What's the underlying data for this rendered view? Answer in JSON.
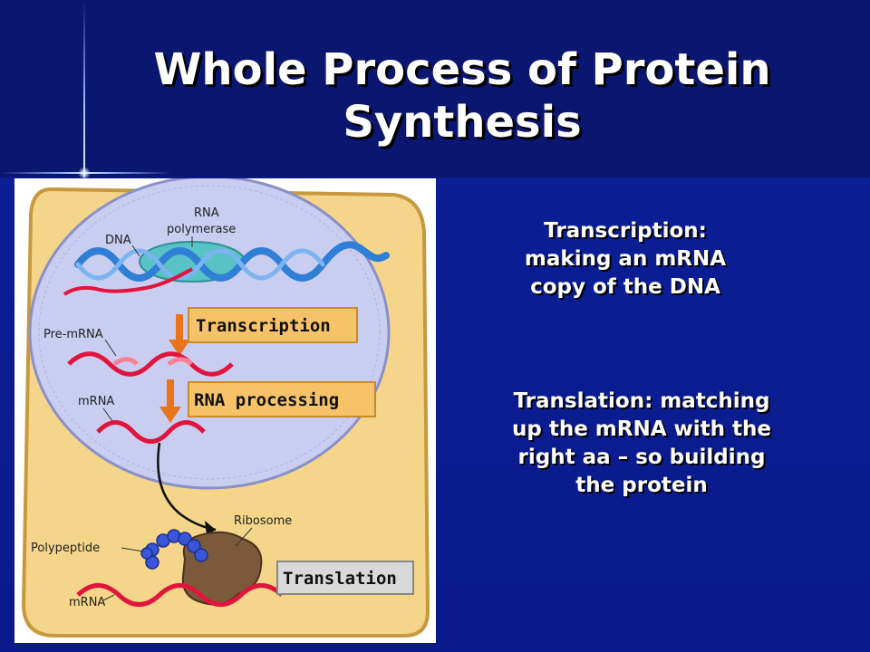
{
  "slide": {
    "title": "Whole Process of Protein Synthesis",
    "transcription_caption": "Transcription: making an mRNA copy of the DNA",
    "translation_caption": "Translation: matching up the mRNA with the right aa – so building the protein"
  },
  "diagram": {
    "labels": {
      "rna_polymerase_line1": "RNA",
      "rna_polymerase_line2": "polymerase",
      "dna": "DNA",
      "pre_mrna": "Pre-mRNA",
      "mrna_nucleus": "mRNA",
      "ribosome": "Ribosome",
      "polypeptide": "Polypeptide",
      "mrna_cytoplasm": "mRNA"
    },
    "steps": {
      "transcription": "Transcription",
      "rna_processing": "RNA processing",
      "translation": "Translation"
    }
  },
  "colors": {
    "background": "#0a1a8c",
    "cell": "#f4d58a",
    "nucleus": "#c9cdf0",
    "dna": "#2f7fd6",
    "rna": "#e0143c",
    "step_box": "#f6c36a",
    "arrow": "#e8741c",
    "ribosome": "#7a5a3a",
    "polypeptide": "#3a56d8"
  }
}
